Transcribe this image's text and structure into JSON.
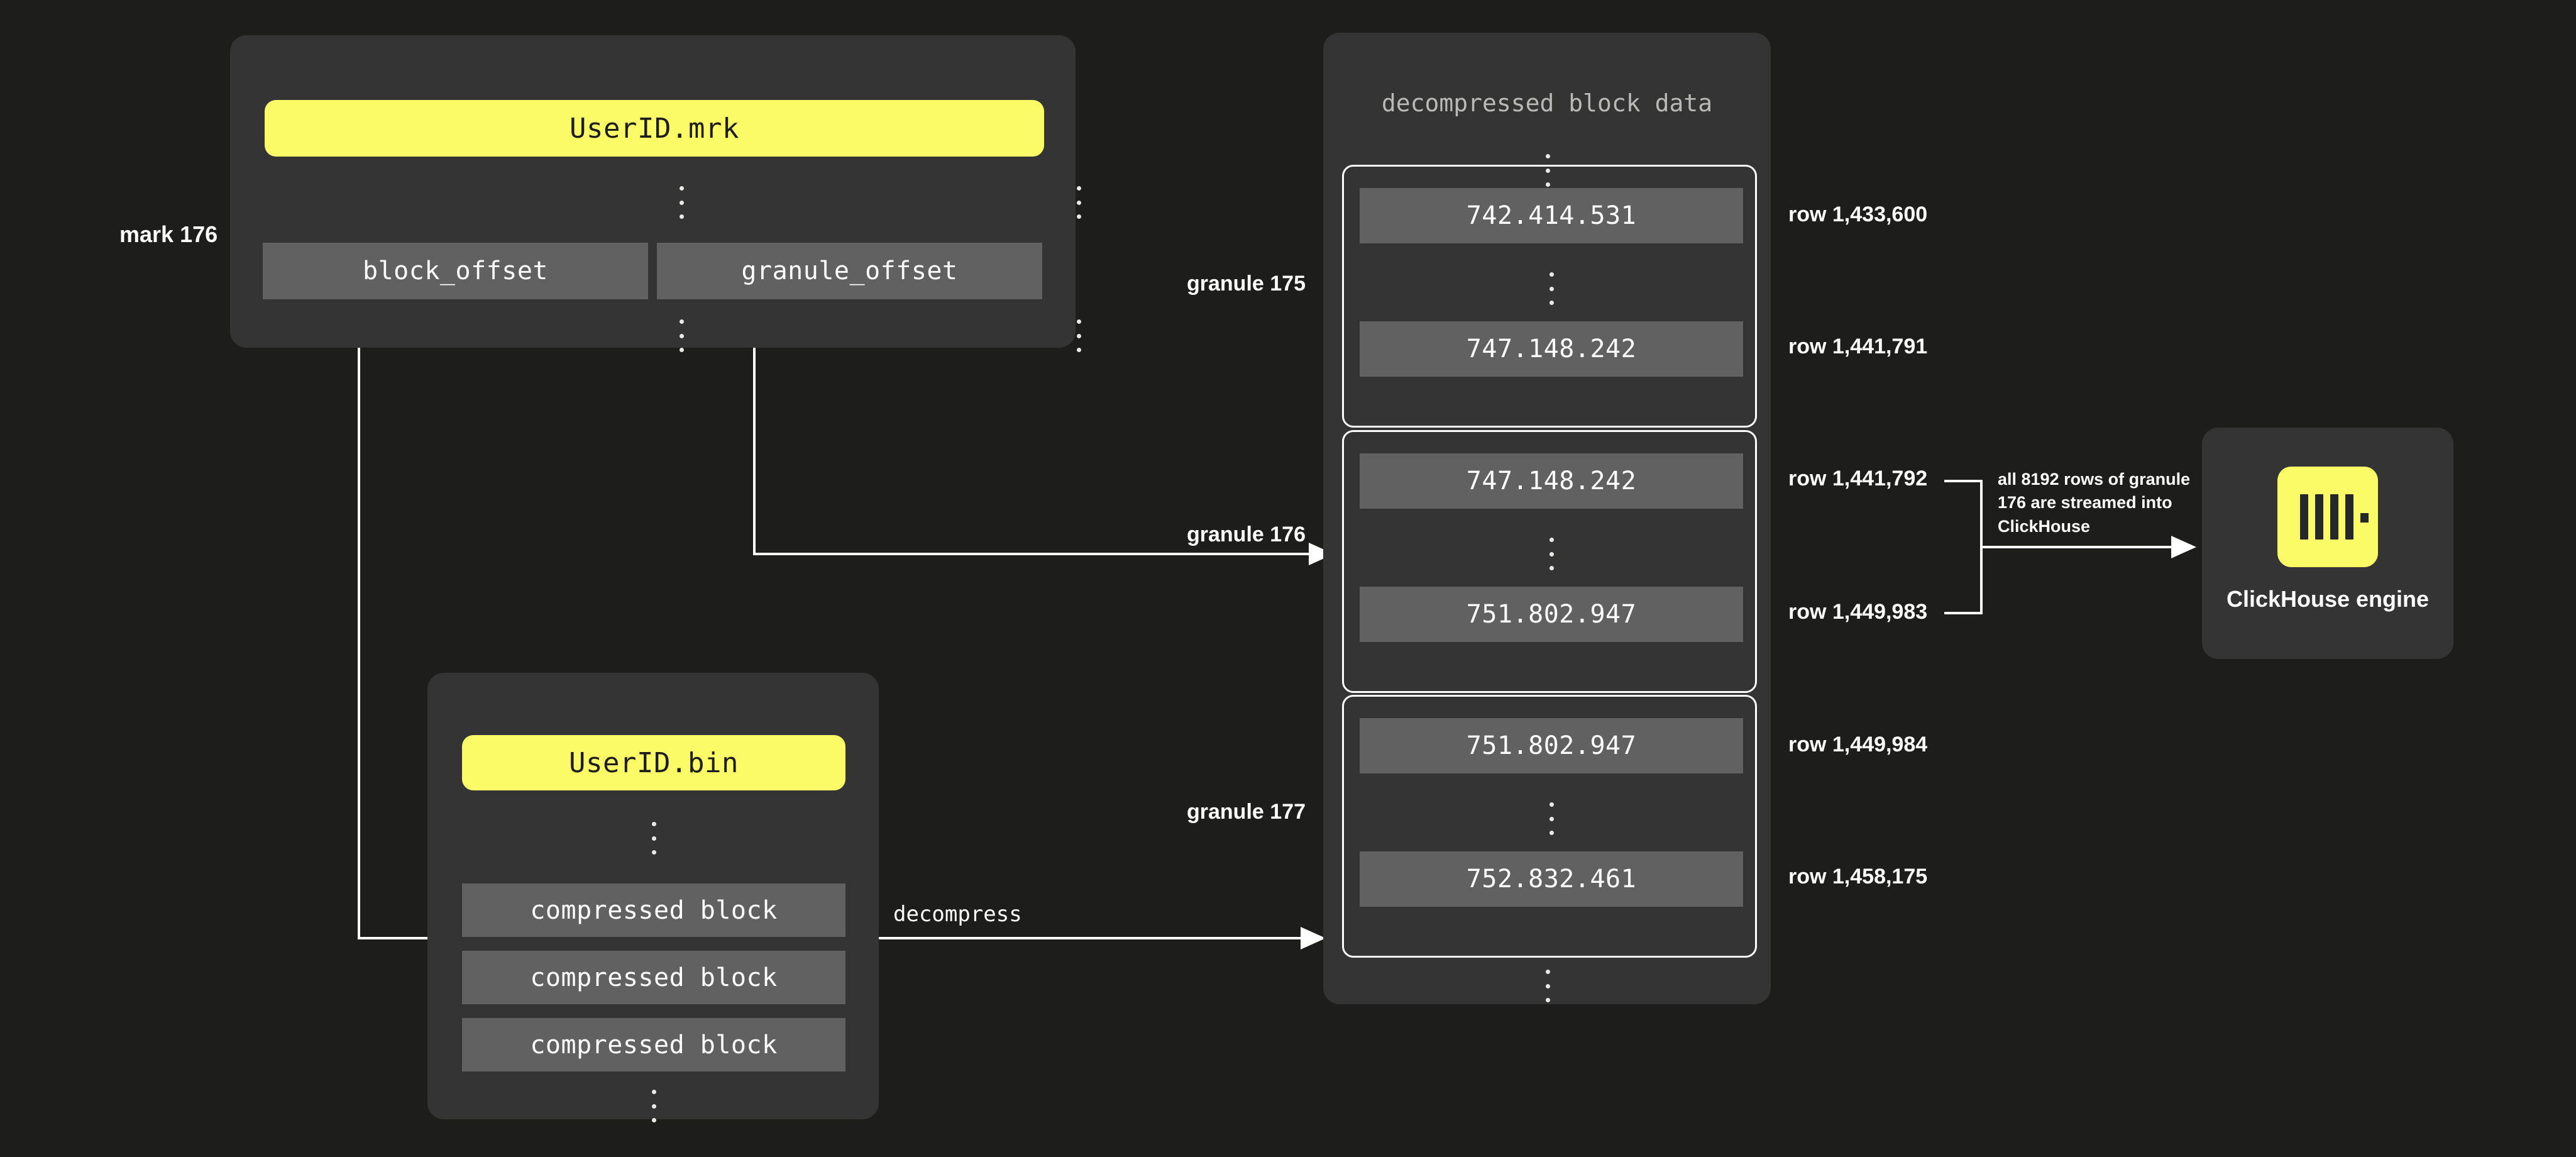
{
  "diagram": {
    "title": "ClickHouse granule streaming diagram",
    "colors": {
      "background": "#1d1e1b",
      "panel": "#333433",
      "chip": "#616161",
      "accent_yellow": "#fbfb67",
      "outline": "#ffffff"
    }
  },
  "mark_file": {
    "label": "UserID.mrk",
    "mark_label": "mark 176",
    "columns": [
      {
        "name": "block_offset"
      },
      {
        "name": "granule_offset"
      }
    ],
    "ellipsis_top": "⋮",
    "ellipsis_bottom": "⋮"
  },
  "bin_file": {
    "label": "UserID.bin",
    "blocks": [
      {
        "name": "compressed block"
      },
      {
        "name": "compressed block"
      },
      {
        "name": "compressed block"
      }
    ],
    "ellipsis_top": "⋮",
    "ellipsis_bottom": "⋮"
  },
  "decompressed": {
    "title": "decompressed block data",
    "ellipsis_top": "⋮",
    "ellipsis_bottom": "⋮",
    "granules": [
      {
        "label": "granule 175",
        "first_value": "742.414.531",
        "last_value": "747.148.242",
        "first_row": "row 1,433,600",
        "last_row": "row 1,441,791",
        "inner_ellipsis": "⋮"
      },
      {
        "label": "granule 176",
        "first_value": "747.148.242",
        "last_value": "751.802.947",
        "first_row": "row 1,441,792",
        "last_row": "row 1,449,983",
        "inner_ellipsis": "⋮"
      },
      {
        "label": "granule 177",
        "first_value": "751.802.947",
        "last_value": "752.832.461",
        "first_row": "row 1,449,984",
        "last_row": "row 1,458,175",
        "inner_ellipsis": "⋮"
      }
    ]
  },
  "edges": {
    "decompress": "decompress",
    "stream_note": "all 8192 rows of granule 176 are streamed into ClickHouse"
  },
  "engine": {
    "title": "ClickHouse engine",
    "logo": "clickhouse-logo"
  }
}
